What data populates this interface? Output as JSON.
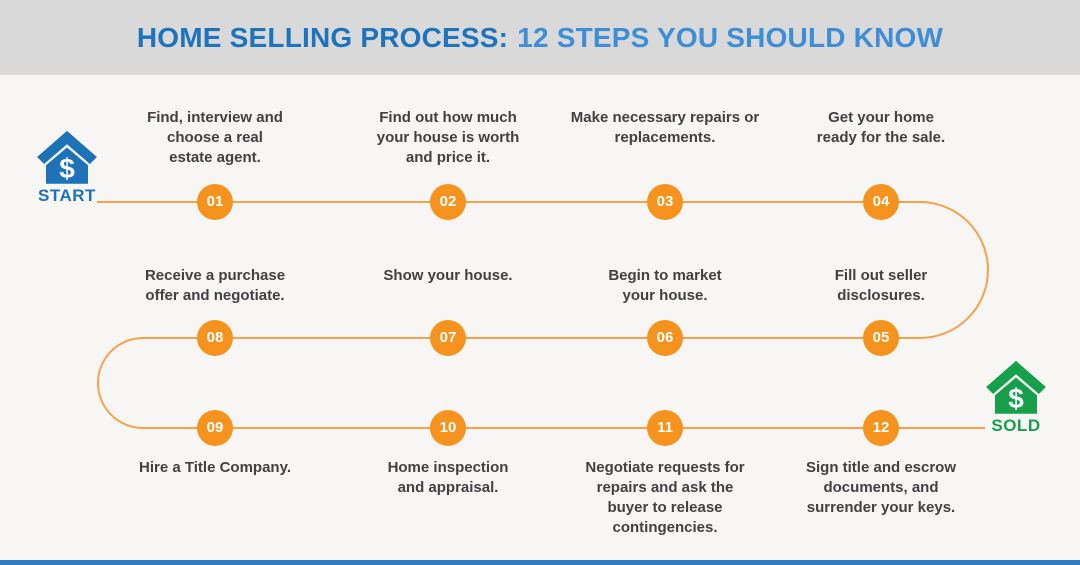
{
  "header": {
    "title_primary": "HOME SELLING PROCESS:",
    "title_secondary": "12 STEPS YOU SHOULD KNOW"
  },
  "start_label": "START",
  "sold_label": "SOLD",
  "steps": [
    {
      "num": "01",
      "lines": [
        "Find, interview and",
        "choose a real",
        "estate agent."
      ]
    },
    {
      "num": "02",
      "lines": [
        "Find out how much",
        "your house is worth",
        "and price it."
      ]
    },
    {
      "num": "03",
      "lines": [
        "Make necessary repairs or",
        "replacements."
      ]
    },
    {
      "num": "04",
      "lines": [
        "Get your home",
        "ready for the sale."
      ]
    },
    {
      "num": "05",
      "lines": [
        "Fill out seller",
        "disclosures."
      ]
    },
    {
      "num": "06",
      "lines": [
        "Begin to market",
        "your house."
      ]
    },
    {
      "num": "07",
      "lines": [
        "Show your house."
      ]
    },
    {
      "num": "08",
      "lines": [
        "Receive a purchase",
        "offer and negotiate."
      ]
    },
    {
      "num": "09",
      "lines": [
        "Hire a Title Company."
      ]
    },
    {
      "num": "10",
      "lines": [
        "Home inspection",
        "and appraisal."
      ]
    },
    {
      "num": "11",
      "lines": [
        "Negotiate requests for",
        "repairs and ask the",
        "buyer to release",
        "contingencies."
      ]
    },
    {
      "num": "12",
      "lines": [
        "Sign title and escrow",
        "documents, and",
        "surrender your keys."
      ]
    }
  ],
  "colors": {
    "header-bg": "#d9d9d9",
    "title-primary": "#1e73bd",
    "title-secondary": "#3d8ed7",
    "canvas-bg": "#f8f6f4",
    "step-circle": "#f6921e",
    "path-line": "#f8a14b",
    "step-text": "#414144",
    "start-blue": "#1d72b8",
    "sold-green": "#17a04c",
    "bottom-bar": "#2e7bbf"
  }
}
